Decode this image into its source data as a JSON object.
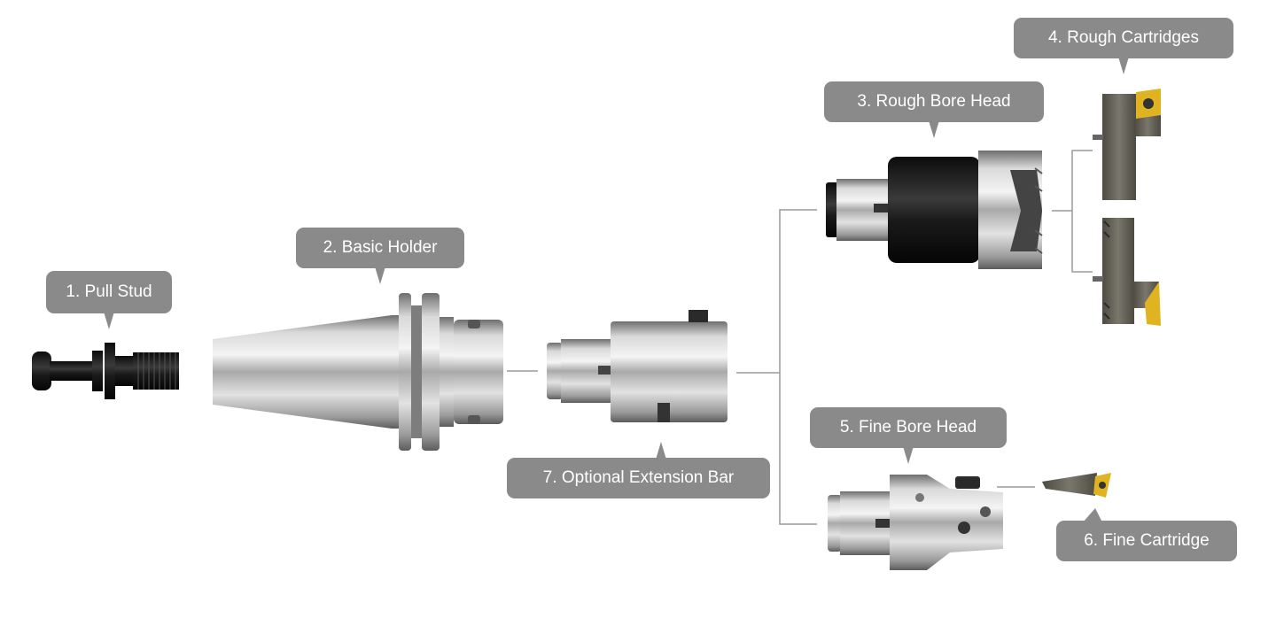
{
  "labels": {
    "pull_stud": "1. Pull Stud",
    "basic_holder": "2. Basic Holder",
    "rough_bore_head": "3. Rough Bore Head",
    "rough_cartridges": "4. Rough Cartridges",
    "fine_bore_head": "5. Fine Bore Head",
    "fine_cartridge": "6. Fine Cartridge",
    "extension_bar": "7. Optional Extension Bar"
  },
  "colors": {
    "callout": "#8a8a8a",
    "steel_light": "#e6e6e6",
    "steel_dark": "#6f6f6f",
    "black_part": "#1c1c1c",
    "insert_gold": "#e0b320",
    "connector": "#9a9a9a"
  },
  "icons": [
    "pull-stud-icon",
    "basic-holder-icon",
    "extension-bar-icon",
    "rough-bore-head-icon",
    "rough-cartridge-icon",
    "fine-bore-head-icon",
    "fine-cartridge-icon"
  ]
}
